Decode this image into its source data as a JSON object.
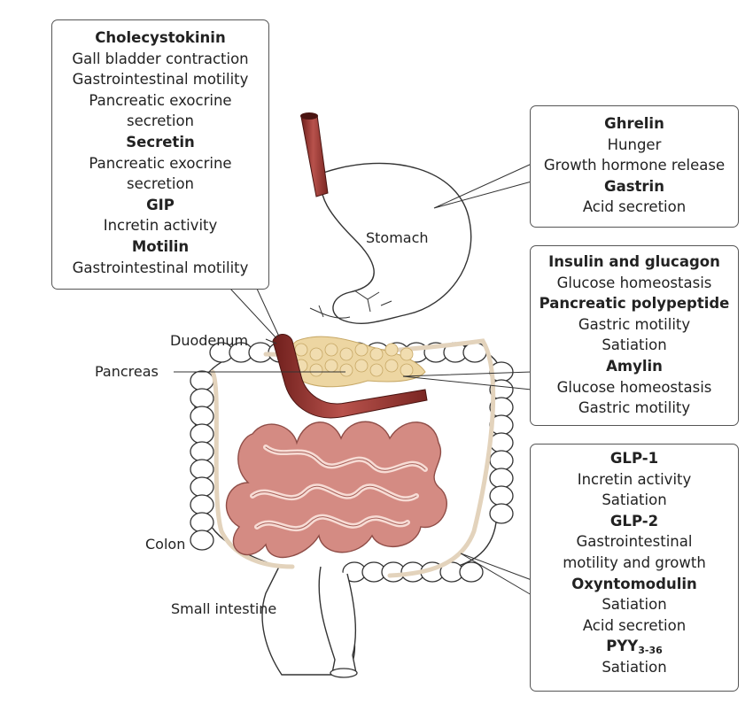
{
  "labels": {
    "stomach": "Stomach",
    "duodenum": "Duodenum",
    "pancreas": "Pancreas",
    "colon": "Colon",
    "small_intestine": "Small intestine"
  },
  "boxes": {
    "duodenum_hormones": {
      "lines": [
        {
          "text": "Cholecystokinin",
          "bold": true
        },
        {
          "text": "Gall bladder contraction",
          "bold": false
        },
        {
          "text": "Gastrointestinal motility",
          "bold": false
        },
        {
          "text": "Pancreatic exocrine",
          "bold": false
        },
        {
          "text": "secretion",
          "bold": false
        },
        {
          "text": "Secretin",
          "bold": true
        },
        {
          "text": "Pancreatic exocrine",
          "bold": false
        },
        {
          "text": "secretion",
          "bold": false
        },
        {
          "text": "GIP",
          "bold": true
        },
        {
          "text": "Incretin activity",
          "bold": false
        },
        {
          "text": "Motilin",
          "bold": true
        },
        {
          "text": "Gastrointestinal motility",
          "bold": false
        }
      ]
    },
    "stomach_hormones": {
      "lines": [
        {
          "text": "Ghrelin",
          "bold": true
        },
        {
          "text": "Hunger",
          "bold": false
        },
        {
          "text": "Growth hormone release",
          "bold": false
        },
        {
          "text": "Gastrin",
          "bold": true
        },
        {
          "text": "Acid secretion",
          "bold": false
        }
      ]
    },
    "pancreas_hormones": {
      "lines": [
        {
          "text": "Insulin and glucagon",
          "bold": true
        },
        {
          "text": "Glucose homeostasis",
          "bold": false
        },
        {
          "text": "Pancreatic polypeptide",
          "bold": true
        },
        {
          "text": "Gastric motility",
          "bold": false
        },
        {
          "text": "Satiation",
          "bold": false
        },
        {
          "text": "Amylin",
          "bold": true
        },
        {
          "text": "Glucose homeostasis",
          "bold": false
        },
        {
          "text": "Gastric motility",
          "bold": false
        }
      ]
    },
    "intestine_hormones": {
      "lines": [
        {
          "text": "GLP-1",
          "bold": true
        },
        {
          "text": "Incretin activity",
          "bold": false
        },
        {
          "text": "Satiation",
          "bold": false
        },
        {
          "text": "GLP-2",
          "bold": true
        },
        {
          "text": "Gastrointestinal",
          "bold": false
        },
        {
          "text": "motility and growth",
          "bold": false
        },
        {
          "text": "Oxyntomodulin",
          "bold": true
        },
        {
          "text": "Satiation",
          "bold": false
        },
        {
          "text": "Acid secretion",
          "bold": false
        },
        {
          "text": "PYY",
          "bold": true,
          "sub": "3-36"
        },
        {
          "text": "Satiation",
          "bold": false
        }
      ]
    }
  },
  "colors": {
    "esophagus": "#a8413c",
    "pancreas": "#edd6a2",
    "small_intestine": "#d48b83",
    "colon_band": "#e3d3bc",
    "outline": "#333333"
  }
}
